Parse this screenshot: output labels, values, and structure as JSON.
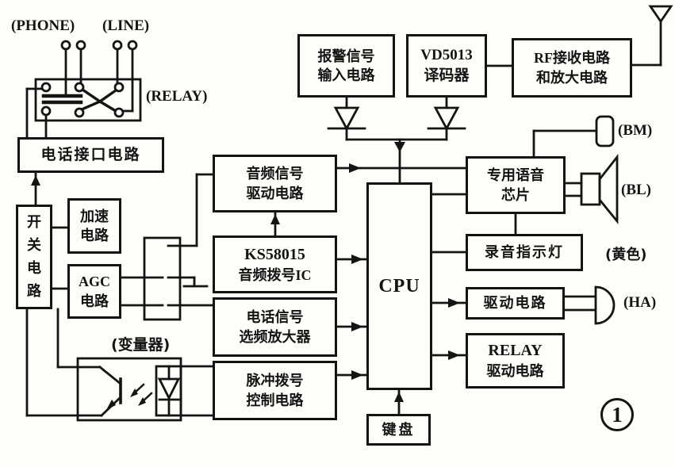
{
  "figure": {
    "number": "1"
  },
  "labels": {
    "phone": "(PHONE)",
    "line": "(LINE)",
    "relay": "(RELAY)",
    "transformer": "(变量器)",
    "bm": "(BM)",
    "bl": "(BL)",
    "yellow": "(黄色)",
    "ha": "(HA)"
  },
  "blocks": {
    "alarm_input": {
      "line1": "报警信号",
      "line2": "输入电路"
    },
    "decoder": {
      "line1": "VD5013",
      "line2": "译码器"
    },
    "rf_receiver": {
      "line1": "RF接收电路",
      "line2": "和放大电路"
    },
    "phone_interface": {
      "text": "电话接口电路"
    },
    "switch_circuit": {
      "text": "开关电路"
    },
    "acceleration": {
      "line1": "加速",
      "line2": "电路"
    },
    "agc": {
      "line1": "AGC",
      "line2": "电路"
    },
    "audio_drive": {
      "line1": "音频信号",
      "line2": "驱动电路"
    },
    "tone_dial_ic": {
      "line1": "KS58015",
      "line2": "音频拨号IC"
    },
    "tel_signal_amp": {
      "line1": "电话信号",
      "line2": "选频放大器"
    },
    "pulse_dial": {
      "line1": "脉冲拨号",
      "line2": "控制电路"
    },
    "cpu": {
      "text": "CPU"
    },
    "voice_chip": {
      "line1": "专用语音",
      "line2": "芯片"
    },
    "rec_indicator": {
      "text": "录音指示灯"
    },
    "drive_circuit": {
      "text": "驱动电路"
    },
    "relay_drive": {
      "line1": "RELAY",
      "line2": "驱动电路"
    },
    "keyboard": {
      "text": "键盘"
    }
  },
  "colors": {
    "ink": "#141414",
    "paper": "#fdfdfa"
  }
}
